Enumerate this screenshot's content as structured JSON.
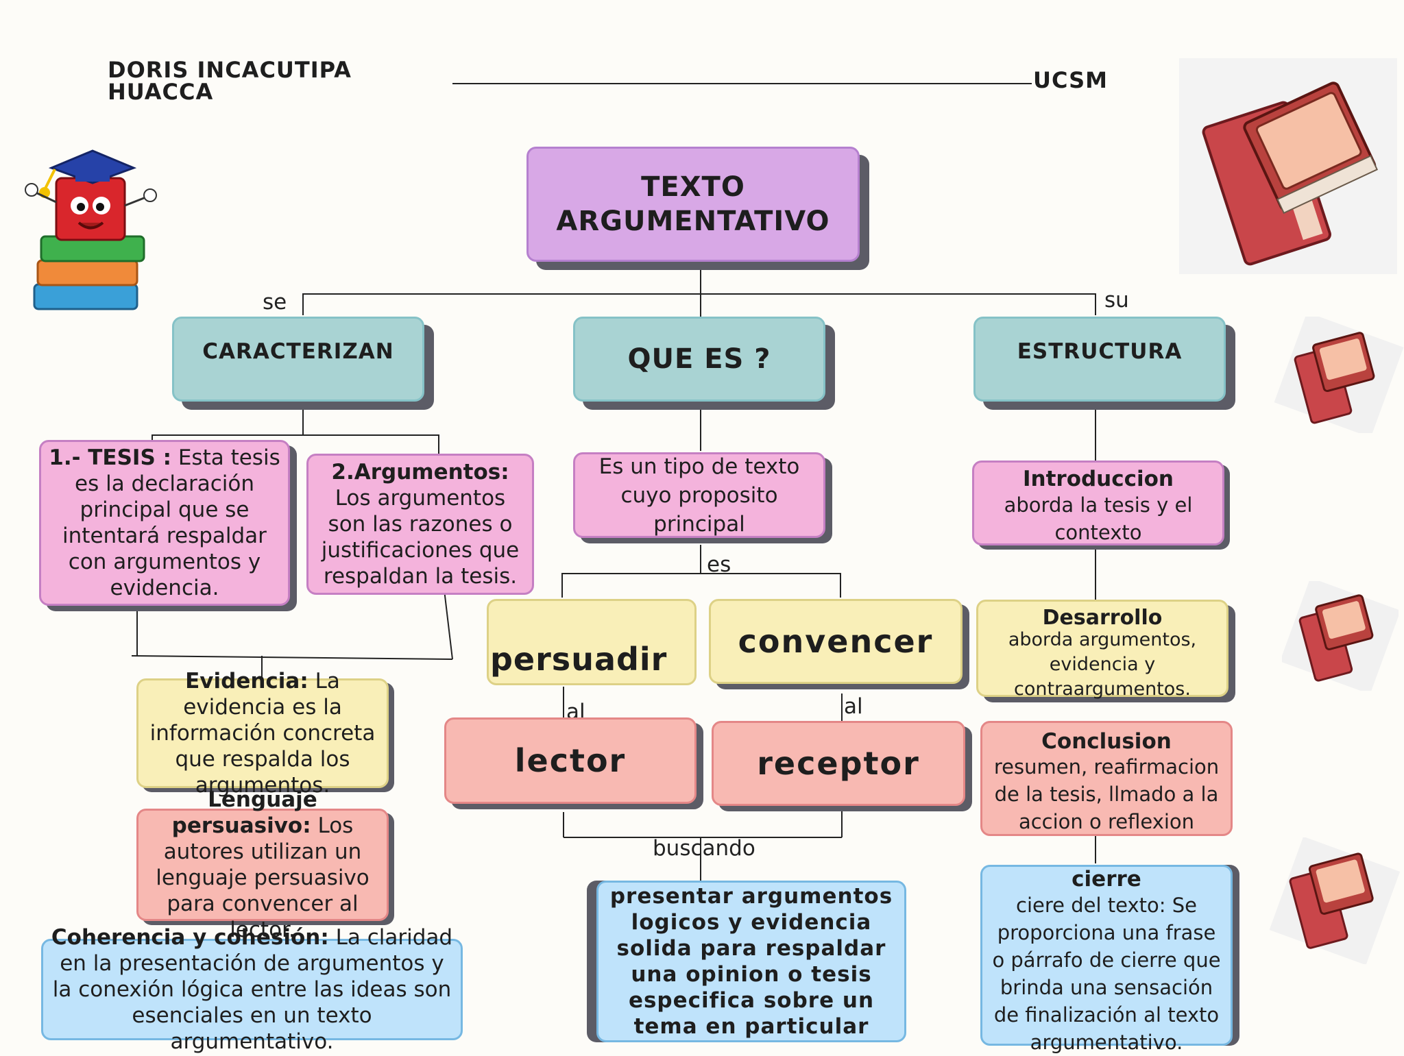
{
  "header": {
    "author": "DORIS INCACUTIPA\nHUACCA",
    "institution": "UCSM"
  },
  "title": "TEXTO\nARGUMENTATIVO",
  "connectors": {
    "se": "se",
    "su": "su",
    "es": "es",
    "al_left": "al",
    "al_right": "al",
    "buscando": "buscando"
  },
  "branches": {
    "left": "CARACTERIZAN",
    "center": "QUE ES ?",
    "right": "ESTRUCTURA"
  },
  "characteristics": {
    "tesis": {
      "bold": "1.- TESIS :",
      "text": " Esta tesis es la declaración principal que se intentará respaldar con argumentos y evidencia."
    },
    "argumentos": {
      "bold": "2.Argumentos:",
      "text": " Los argumentos son las razones o justificaciones que respaldan la tesis."
    },
    "evidencia": {
      "bold": "Evidencia:",
      "text": " La evidencia es la información concreta que respalda los argumentos."
    },
    "lenguaje": {
      "bold": "Lenguaje persuasivo:",
      "text": " Los autores utilizan un lenguaje persuasivo para convencer al lector."
    },
    "coherencia": {
      "bold": "Coherencia y cohesión:",
      "text": " La claridad en la presentación de argumentos y la conexión lógica entre las ideas son esenciales en un texto argumentativo."
    }
  },
  "definition": {
    "text": "Es un tipo de texto cuyo proposito principal",
    "persuadir": "persuadir",
    "convencer": "convencer",
    "lector": "lector",
    "receptor": "receptor",
    "goal": "presentar argumentos logicos y evidencia solida para respaldar una opinion o tesis especifica sobre un tema en particular"
  },
  "structure": {
    "introduccion": {
      "title": "Introduccion",
      "text": "aborda la tesis y el contexto"
    },
    "desarrollo": {
      "title": "Desarrollo",
      "text": "aborda argumentos, evidencia y contraargumentos."
    },
    "conclusion": {
      "title": "Conclusion",
      "text": "resumen, reafirmacion de la tesis, llmado a la accion o reflexion"
    },
    "cierre": {
      "title": "cierre",
      "text": "ciere del texto:  Se proporciona una frase o párrafo de cierre que brinda una sensación de finalización al texto argumentativo."
    }
  },
  "decorations": {
    "icons": [
      "book-mascot-icon",
      "book-stack-icon"
    ]
  }
}
